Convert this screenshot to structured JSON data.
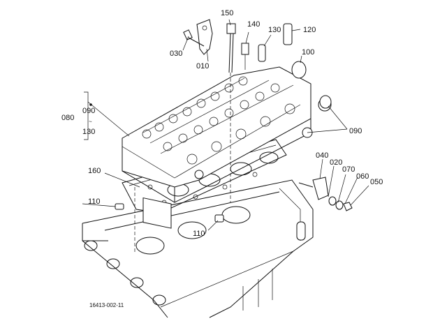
{
  "callouts": {
    "c150": "150",
    "c140": "140",
    "c130": "130",
    "c120": "120",
    "c030": "030",
    "c010": "010",
    "c100": "100",
    "c080": "080",
    "c090_range_start": "090",
    "c090_range_end": "130",
    "c090_right": "090",
    "c160": "160",
    "c110_left": "110",
    "c110_center": "110",
    "c040": "040",
    "c020": "020",
    "c070": "070",
    "c060": "060",
    "c050": "050"
  },
  "drawing_number": "16413-002-11"
}
